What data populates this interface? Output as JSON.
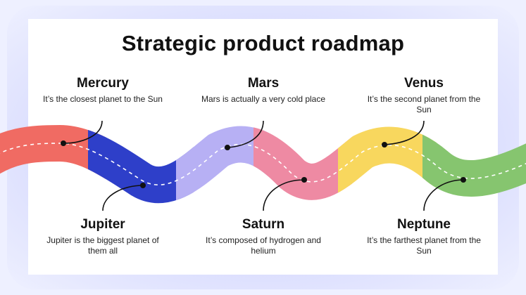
{
  "title": "Strategic product roadmap",
  "colors": {
    "mercury": "#f06b63",
    "jupiter": "#2e3fc9",
    "mars": "#b7b0f4",
    "saturn": "#ee8aa3",
    "venus": "#f8d75e",
    "neptune": "#86c56f",
    "background": "#eef0ff",
    "slide": "#ffffff"
  },
  "milestones": [
    {
      "name": "Mercury",
      "description": "It’s the closest planet to the Sun"
    },
    {
      "name": "Mars",
      "description": "Mars is actually a very cold place"
    },
    {
      "name": "Venus",
      "description": "It’s the second planet from the Sun"
    },
    {
      "name": "Jupiter",
      "description": "Jupiter is the biggest planet of them all"
    },
    {
      "name": "Saturn",
      "description": "It’s composed of hydrogen and helium"
    },
    {
      "name": "Neptune",
      "description": "It’s the farthest planet from the Sun"
    }
  ]
}
